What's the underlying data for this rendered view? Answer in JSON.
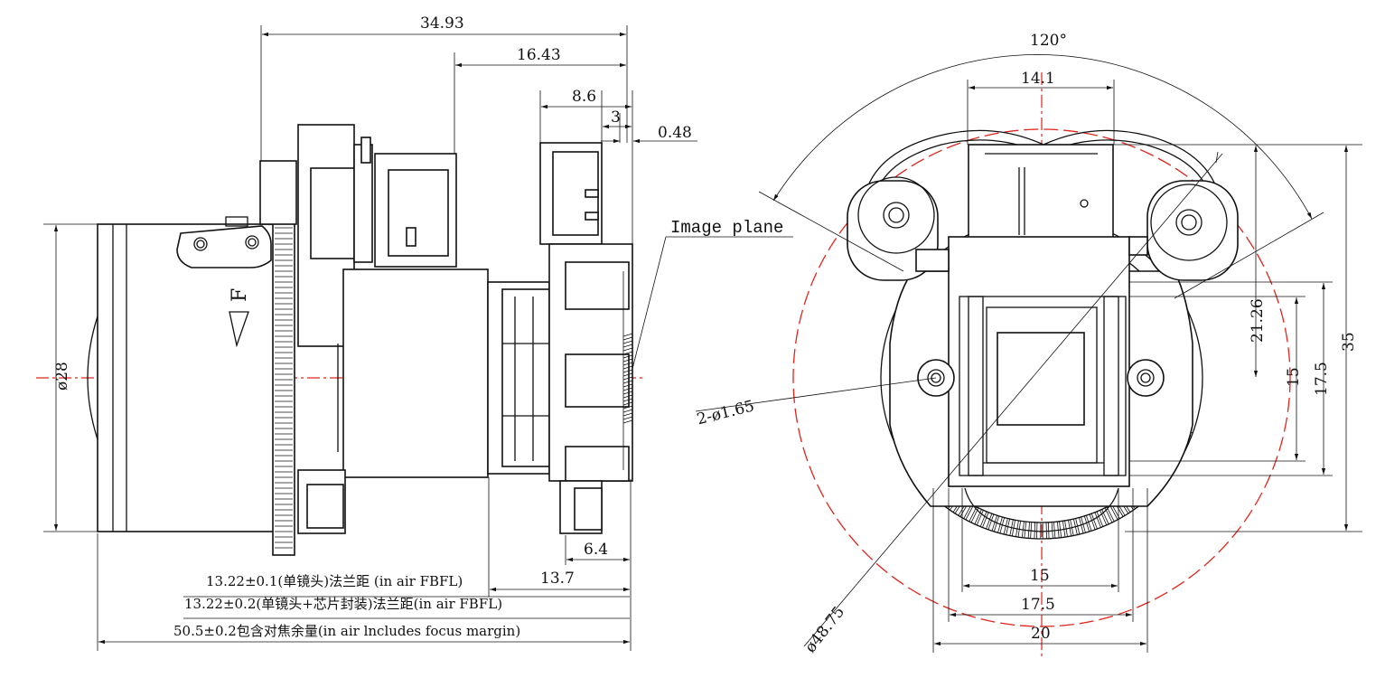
{
  "side_view": {
    "dim_overall_top": "34.93",
    "dim_16": "16.43",
    "dim_8": "8.6",
    "dim_3": "3",
    "dim_048": "0.48",
    "dim_diameter": "ø28",
    "dim_64": "6.4",
    "dim_137": "13.7",
    "focus_mark_letter": "F",
    "image_plane_label": "Image plane",
    "note1": "13.22±0.1(单镜头)法兰距 (in air FBFL)",
    "note2": "13.22±0.2(单镜头+芯片封装)法兰距(in air FBFL)",
    "note3": "50.5±0.2包含对焦余量(in air lncludes focus margin)"
  },
  "front_view": {
    "angle": "120°",
    "dim_141": "14.1",
    "dim_holes": "2-ø1.65",
    "dim_2126": "21.26",
    "dim_35": "35",
    "dim_15v": "15",
    "dim_175v": "17.5",
    "dim_15h": "15",
    "dim_175h": "17.5",
    "dim_20": "20",
    "dim_circle": "ø48.75"
  },
  "colors": {
    "line": "#111111",
    "centerline": "#e0241b",
    "background": "#ffffff"
  }
}
